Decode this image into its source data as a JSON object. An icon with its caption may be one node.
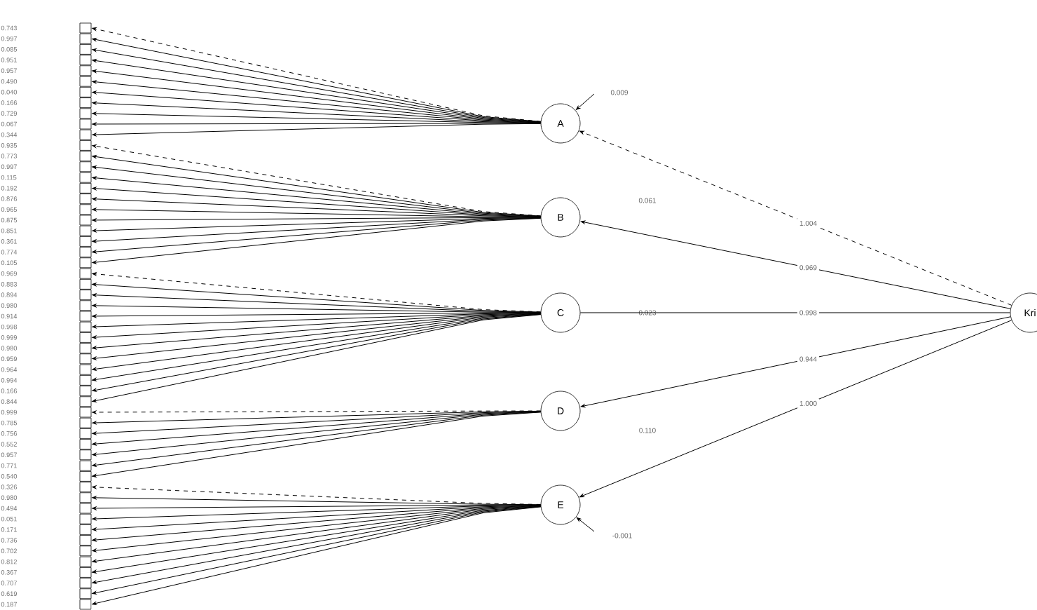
{
  "diagram": {
    "nodes": [
      {
        "text": [
          "A"
        ]
      },
      {
        "text": [
          "B"
        ]
      },
      {
        "text": [
          "C"
        ]
      },
      {
        "text": [
          "D"
        ]
      },
      {
        "text": [
          "E"
        ]
      },
      {
        "text": [
          "Kri"
        ]
      },
      {
        "text": [],
        "shape": "box"
      },
      {
        "text": [],
        "shape": "box"
      },
      {
        "text": [],
        "shape": "box"
      },
      {
        "text": [],
        "shape": "box"
      },
      {
        "text": [],
        "shape": "box"
      },
      {
        "text": [],
        "shape": "box"
      },
      {
        "text": [],
        "shape": "box"
      },
      {
        "text": [],
        "shape": "box"
      },
      {
        "text": [],
        "shape": "box"
      },
      {
        "text": [],
        "shape": "box"
      },
      {
        "text": [],
        "shape": "box"
      },
      {
        "text": [],
        "shape": "box"
      },
      {
        "text": [],
        "shape": "box"
      },
      {
        "text": [],
        "shape": "box"
      },
      {
        "text": [],
        "shape": "box"
      },
      {
        "text": [],
        "shape": "box"
      },
      {
        "text": [],
        "shape": "box"
      },
      {
        "text": [],
        "shape": "box"
      },
      {
        "text": [],
        "shape": "box"
      },
      {
        "text": [],
        "shape": "box"
      },
      {
        "text": [],
        "shape": "box"
      },
      {
        "text": [],
        "shape": "box"
      },
      {
        "text": [],
        "shape": "box"
      },
      {
        "text": [],
        "shape": "box"
      },
      {
        "text": [],
        "shape": "box"
      },
      {
        "text": [],
        "shape": "box"
      },
      {
        "text": [],
        "shape": "box"
      },
      {
        "text": [],
        "shape": "box"
      },
      {
        "text": [],
        "shape": "box"
      },
      {
        "text": [],
        "shape": "box"
      },
      {
        "text": [],
        "shape": "box"
      },
      {
        "text": [],
        "shape": "box"
      },
      {
        "text": [],
        "shape": "box"
      },
      {
        "text": [],
        "shape": "box"
      },
      {
        "text": [],
        "shape": "box"
      },
      {
        "text": [],
        "shape": "box"
      },
      {
        "text": [],
        "shape": "box"
      },
      {
        "text": [],
        "shape": "box"
      },
      {
        "text": [],
        "shape": "box"
      },
      {
        "text": [],
        "shape": "box"
      },
      {
        "text": [],
        "shape": "box"
      },
      {
        "text": [],
        "shape": "box"
      },
      {
        "text": [],
        "shape": "box"
      },
      {
        "text": [],
        "shape": "box"
      },
      {
        "text": [],
        "shape": "box"
      },
      {
        "text": [],
        "shape": "box"
      },
      {
        "text": [],
        "shape": "box"
      },
      {
        "text": [],
        "shape": "box"
      },
      {
        "text": [],
        "shape": "box"
      },
      {
        "text": [],
        "shape": "box"
      },
      {
        "text": [],
        "shape": "box"
      },
      {
        "text": [],
        "shape": "box"
      },
      {
        "text": [],
        "shape": "box"
      },
      {
        "text": [],
        "shape": "box"
      },
      {
        "text": [],
        "shape": "box"
      }
    ],
    "edges": [
      {
        "from": 5,
        "to": 0,
        "arrow": "to",
        "style": "dashed",
        "label": "1.004"
      },
      {
        "from": 5,
        "to": 1,
        "arrow": "to",
        "label": "0.969"
      },
      {
        "from": 5,
        "to": 2,
        "arrow": "none",
        "label": "0.998"
      },
      {
        "from": 5,
        "to": 3,
        "arrow": "to",
        "label": "0.944"
      },
      {
        "from": 5,
        "to": 4,
        "arrow": "to",
        "label": "1.000"
      },
      {
        "from": null,
        "to": 0,
        "arrow": "to"
      },
      {
        "from": null,
        "to": 4,
        "arrow": "to"
      },
      {
        "from": 0,
        "to": 6,
        "arrow": "to",
        "style": "dashed"
      },
      {
        "from": 0,
        "to": 7,
        "arrow": "to"
      },
      {
        "from": 0,
        "to": 8,
        "arrow": "to"
      },
      {
        "from": 0,
        "to": 9,
        "arrow": "to"
      },
      {
        "from": 0,
        "to": 10,
        "arrow": "to"
      },
      {
        "from": 0,
        "to": 11,
        "arrow": "to"
      },
      {
        "from": 0,
        "to": 12,
        "arrow": "to"
      },
      {
        "from": 0,
        "to": 13,
        "arrow": "to"
      },
      {
        "from": 0,
        "to": 14,
        "arrow": "to"
      },
      {
        "from": 0,
        "to": 15,
        "arrow": "to"
      },
      {
        "from": 0,
        "to": 16,
        "arrow": "to"
      },
      {
        "from": 1,
        "to": 17,
        "arrow": "to",
        "style": "dashed"
      },
      {
        "from": 1,
        "to": 18,
        "arrow": "to"
      },
      {
        "from": 1,
        "to": 19,
        "arrow": "to"
      },
      {
        "from": 1,
        "to": 20,
        "arrow": "to"
      },
      {
        "from": 1,
        "to": 21,
        "arrow": "to"
      },
      {
        "from": 1,
        "to": 22,
        "arrow": "to"
      },
      {
        "from": 1,
        "to": 23,
        "arrow": "to"
      },
      {
        "from": 1,
        "to": 24,
        "arrow": "to"
      },
      {
        "from": 1,
        "to": 25,
        "arrow": "to"
      },
      {
        "from": 1,
        "to": 26,
        "arrow": "to"
      },
      {
        "from": 1,
        "to": 27,
        "arrow": "to"
      },
      {
        "from": 1,
        "to": 28,
        "arrow": "to"
      },
      {
        "from": 2,
        "to": 29,
        "arrow": "to",
        "style": "dashed"
      },
      {
        "from": 2,
        "to": 30,
        "arrow": "to"
      },
      {
        "from": 2,
        "to": 31,
        "arrow": "to"
      },
      {
        "from": 2,
        "to": 32,
        "arrow": "to"
      },
      {
        "from": 2,
        "to": 33,
        "arrow": "to"
      },
      {
        "from": 2,
        "to": 34,
        "arrow": "to"
      },
      {
        "from": 2,
        "to": 35,
        "arrow": "to"
      },
      {
        "from": 2,
        "to": 36,
        "arrow": "to"
      },
      {
        "from": 2,
        "to": 37,
        "arrow": "to"
      },
      {
        "from": 2,
        "to": 38,
        "arrow": "to"
      },
      {
        "from": 2,
        "to": 39,
        "arrow": "to"
      },
      {
        "from": 2,
        "to": 40,
        "arrow": "to"
      },
      {
        "from": 2,
        "to": 41,
        "arrow": "to"
      },
      {
        "from": 3,
        "to": 42,
        "arrow": "to",
        "style": "dashed"
      },
      {
        "from": 3,
        "to": 43,
        "arrow": "to"
      },
      {
        "from": 3,
        "to": 44,
        "arrow": "to"
      },
      {
        "from": 3,
        "to": 45,
        "arrow": "to"
      },
      {
        "from": 3,
        "to": 46,
        "arrow": "to"
      },
      {
        "from": 3,
        "to": 47,
        "arrow": "to"
      },
      {
        "from": 3,
        "to": 48,
        "arrow": "to"
      },
      {
        "from": 4,
        "to": 49,
        "arrow": "to",
        "style": "dashed"
      },
      {
        "from": 4,
        "to": 50,
        "arrow": "to"
      },
      {
        "from": 4,
        "to": 51,
        "arrow": "to"
      },
      {
        "from": 4,
        "to": 52,
        "arrow": "to"
      },
      {
        "from": 4,
        "to": 53,
        "arrow": "to"
      },
      {
        "from": 4,
        "to": 54,
        "arrow": "to"
      },
      {
        "from": 4,
        "to": 55,
        "arrow": "to"
      },
      {
        "from": 4,
        "to": 56,
        "arrow": "to"
      },
      {
        "from": 4,
        "to": 57,
        "arrow": "to"
      },
      {
        "from": 4,
        "to": 58,
        "arrow": "to"
      },
      {
        "from": 4,
        "to": 59,
        "arrow": "to"
      },
      {
        "from": 4,
        "to": 60,
        "arrow": "to"
      }
    ],
    "labels": [
      "0.743",
      "0.997",
      "0.085",
      "0.951",
      "0.957",
      "0.490",
      "0.040",
      "0.166",
      "0.729",
      "0.067",
      "0.344",
      "0.935",
      "0.773",
      "0.997",
      "0.115",
      "0.192",
      "0.876",
      "0.965",
      "0.875",
      "0.851",
      "0.361",
      "0.774",
      "0.105",
      "0.969",
      "0.883",
      "0.894",
      "0.980",
      "0.914",
      "0.998",
      "0.999",
      "0.980",
      "0.959",
      "0.964",
      "0.994",
      "0.166",
      "0.844",
      "0.999",
      "0.785",
      "0.756",
      "0.552",
      "0.957",
      "0.771",
      "0.540",
      "0.326",
      "0.980",
      "0.494",
      "0.051",
      "0.171",
      "0.736",
      "0.702",
      "0.812",
      "0.367",
      "0.707",
      "0.619",
      "0.187",
      "0.009",
      "0.061",
      "0.023",
      "0.110",
      "-0.001"
    ]
  }
}
